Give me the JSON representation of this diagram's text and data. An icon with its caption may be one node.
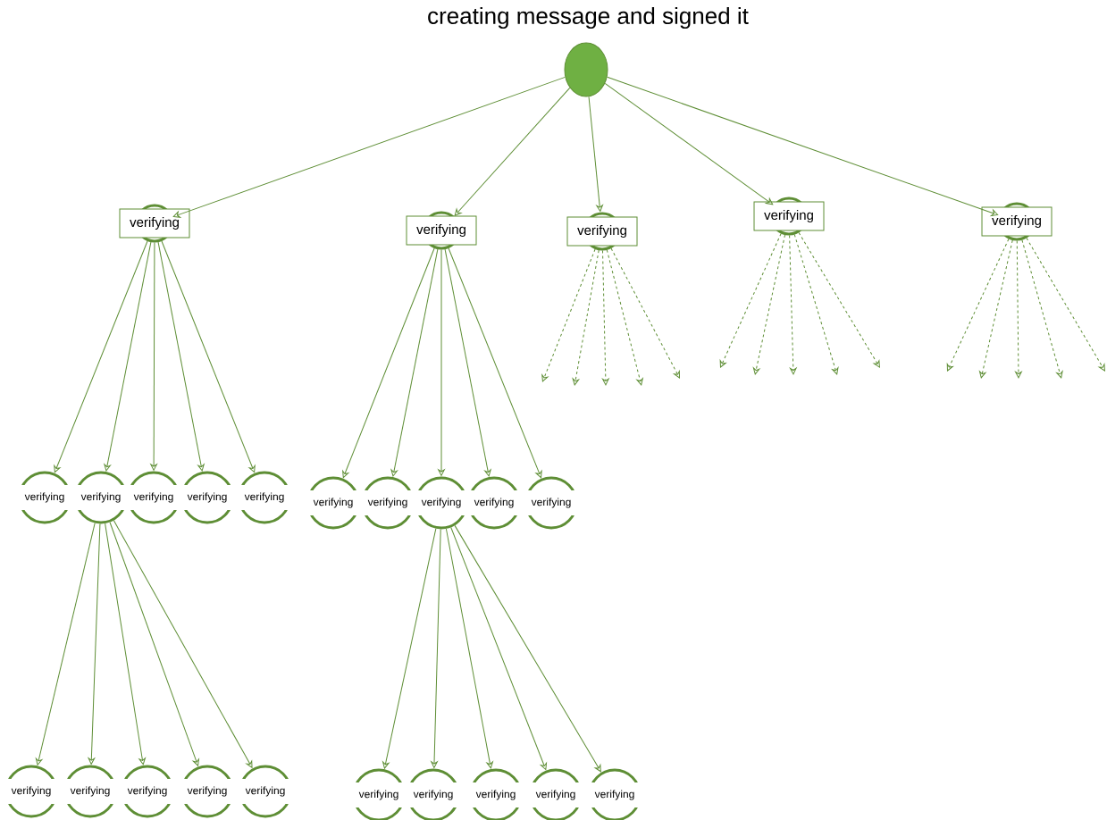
{
  "diagram": {
    "title": "creating message and signed it",
    "nodes": [
      {
        "text": [],
        "shape": "circle"
      },
      {
        "text": [
          "verifying"
        ]
      },
      {
        "text": [
          "verifying"
        ]
      },
      {
        "text": [
          "verifying"
        ]
      },
      {
        "text": [
          "verifying"
        ]
      },
      {
        "text": [
          "verifying"
        ]
      },
      {
        "text": [
          "verifying"
        ]
      },
      {
        "text": [
          "verifying"
        ]
      },
      {
        "text": [
          "verifying"
        ]
      },
      {
        "text": [
          "verifying"
        ]
      },
      {
        "text": [
          "verifying"
        ]
      },
      {
        "text": [
          "verifying"
        ]
      },
      {
        "text": [
          "verifying"
        ]
      },
      {
        "text": [
          "verifying"
        ]
      },
      {
        "text": [
          "verifying"
        ]
      },
      {
        "text": [
          "verifying"
        ]
      },
      {
        "text": [
          "verifying"
        ]
      },
      {
        "text": [
          "verifying"
        ]
      },
      {
        "text": [
          "verifying"
        ]
      },
      {
        "text": [
          "verifying"
        ]
      },
      {
        "text": [
          "verifying"
        ]
      },
      {
        "text": [
          "verifying"
        ]
      },
      {
        "text": [
          "verifying"
        ]
      },
      {
        "text": [
          "verifying"
        ]
      },
      {
        "text": [
          "verifying"
        ]
      },
      {
        "text": [
          "verifying"
        ]
      }
    ],
    "edges": [
      {
        "from": 0,
        "to": 1,
        "arrow": "to"
      },
      {
        "from": 0,
        "to": 2,
        "arrow": "to"
      },
      {
        "from": 0,
        "to": 3,
        "arrow": "to"
      },
      {
        "from": 0,
        "to": 4,
        "arrow": "to"
      },
      {
        "from": 0,
        "to": 5,
        "arrow": "to"
      },
      {
        "from": 1,
        "to": 6,
        "arrow": "to"
      },
      {
        "from": 1,
        "to": 7,
        "arrow": "to"
      },
      {
        "from": 1,
        "to": 8,
        "arrow": "to"
      },
      {
        "from": 1,
        "to": 9,
        "arrow": "to"
      },
      {
        "from": 1,
        "to": 10,
        "arrow": "to"
      },
      {
        "from": 2,
        "to": 11,
        "arrow": "to"
      },
      {
        "from": 2,
        "to": 12,
        "arrow": "to"
      },
      {
        "from": 2,
        "to": 13,
        "arrow": "to"
      },
      {
        "from": 2,
        "to": 14,
        "arrow": "to"
      },
      {
        "from": 2,
        "to": 15,
        "arrow": "to"
      },
      {
        "from": 7,
        "to": 16,
        "arrow": "to"
      },
      {
        "from": 7,
        "to": 17,
        "arrow": "to"
      },
      {
        "from": 7,
        "to": 18,
        "arrow": "to"
      },
      {
        "from": 7,
        "to": 19,
        "arrow": "to"
      },
      {
        "from": 7,
        "to": 20,
        "arrow": "to"
      },
      {
        "from": 13,
        "to": 21,
        "arrow": "to"
      },
      {
        "from": 13,
        "to": 22,
        "arrow": "to"
      },
      {
        "from": 13,
        "to": 23,
        "arrow": "to"
      },
      {
        "from": 13,
        "to": 24,
        "arrow": "to"
      },
      {
        "from": 13,
        "to": 25,
        "arrow": "to"
      },
      {
        "from": 3,
        "to": null,
        "arrow": "to",
        "style": "dashed"
      },
      {
        "from": 3,
        "to": null,
        "arrow": "to",
        "style": "dashed"
      },
      {
        "from": 3,
        "to": null,
        "arrow": "to",
        "style": "dashed"
      },
      {
        "from": 3,
        "to": null,
        "arrow": "to",
        "style": "dashed"
      },
      {
        "from": 3,
        "to": null,
        "arrow": "to",
        "style": "dashed"
      },
      {
        "from": 4,
        "to": null,
        "arrow": "to",
        "style": "dashed"
      },
      {
        "from": 4,
        "to": null,
        "arrow": "to",
        "style": "dashed"
      },
      {
        "from": 4,
        "to": null,
        "arrow": "to",
        "style": "dashed"
      },
      {
        "from": 4,
        "to": null,
        "arrow": "to",
        "style": "dashed"
      },
      {
        "from": 4,
        "to": null,
        "arrow": "to",
        "style": "dashed"
      },
      {
        "from": 5,
        "to": null,
        "arrow": "to",
        "style": "dashed"
      },
      {
        "from": 5,
        "to": null,
        "arrow": "to",
        "style": "dashed"
      },
      {
        "from": 5,
        "to": null,
        "arrow": "to",
        "style": "dashed"
      },
      {
        "from": 5,
        "to": null,
        "arrow": "to",
        "style": "dashed"
      },
      {
        "from": 5,
        "to": null,
        "arrow": "to",
        "style": "dashed"
      }
    ]
  }
}
